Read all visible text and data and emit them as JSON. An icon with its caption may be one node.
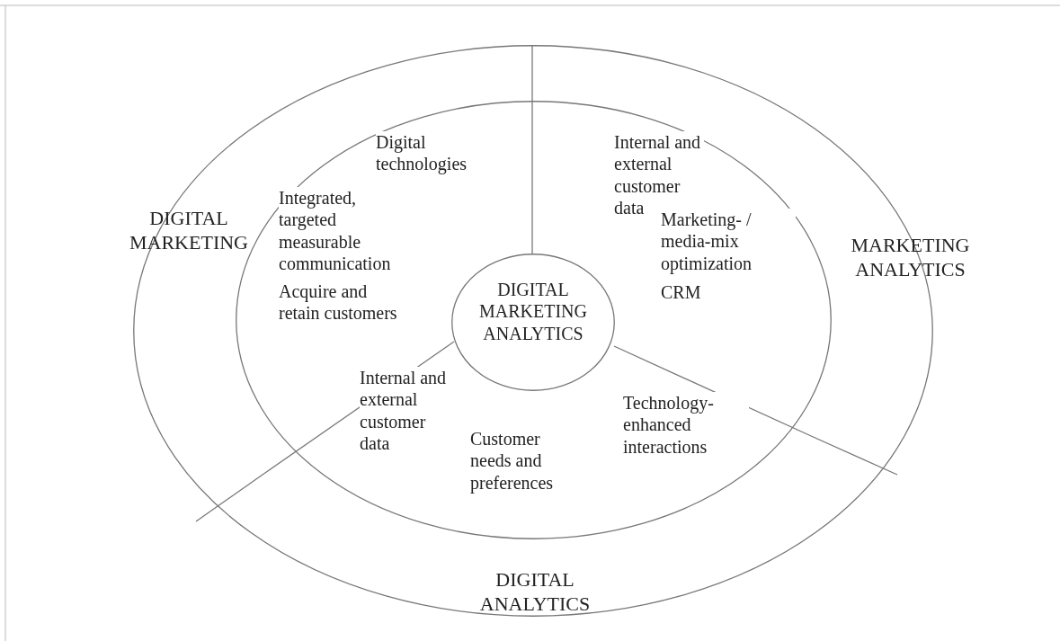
{
  "diagram": {
    "nodes": [
      {
        "text": [
          "DIGITAL MARKETING",
          "MARKETING ANALYTICS",
          "DIGITAL ANALYTICS"
        ]
      },
      {
        "text": [
          "Digital technologies",
          "Integrated, targeted measurable communication",
          "Acquire and retain customers",
          "Internal and external customer data",
          "Marketing- / media-mix optimization",
          "CRM",
          "Internal and external customer data",
          "Customer needs and preferences",
          "Technology-enhanced interactions"
        ],
        "in": 0
      },
      {
        "text": [
          "DIGITAL MARKETING ANALYTICS"
        ],
        "in": 1
      }
    ],
    "edges": []
  }
}
